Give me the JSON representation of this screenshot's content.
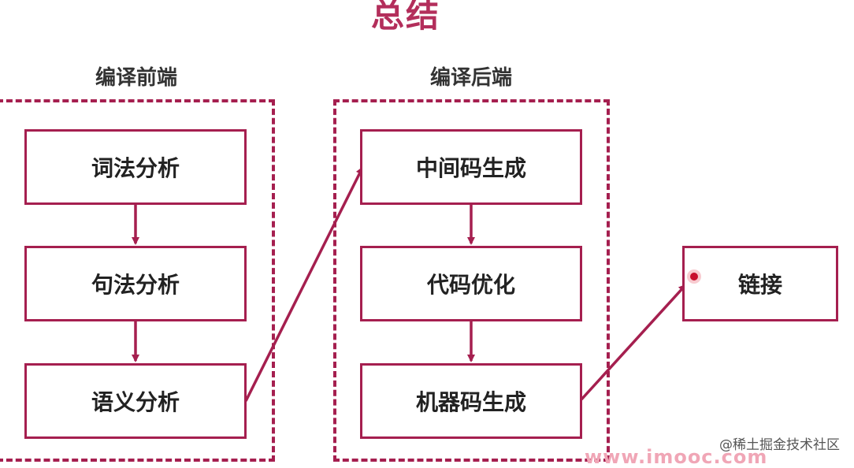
{
  "title": "总结",
  "sections": {
    "frontend": {
      "label": "编译前端",
      "steps": [
        "词法分析",
        "句法分析",
        "语义分析"
      ]
    },
    "backend": {
      "label": "编译后端",
      "steps": [
        "中间码生成",
        "代码优化",
        "机器码生成"
      ]
    },
    "link": "链接"
  },
  "footer": {
    "watermark": "@稀土掘金技术社区",
    "site": "www.imooc.com"
  },
  "colors": {
    "accent": "#a51f4f",
    "title": "#b32e5b"
  }
}
